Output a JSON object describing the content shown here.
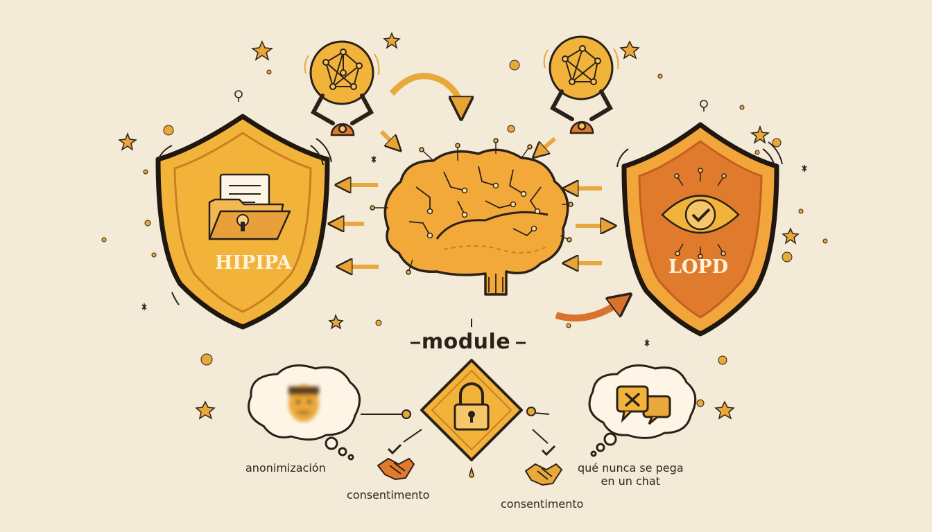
{
  "diagram": {
    "module_title": "module",
    "left_shield": {
      "label": "HIPIPA"
    },
    "right_shield": {
      "label": "LOPD"
    },
    "bottom_items": [
      {
        "label": "anonimización"
      },
      {
        "label": "consentimento"
      },
      {
        "label": "consentimento"
      },
      {
        "label": "qué nunca se pega\nen un chat"
      }
    ]
  },
  "colors": {
    "background": "#f3ead8",
    "gold": "#f2b33b",
    "gold_dark": "#d99426",
    "orange": "#e07a2c",
    "ink": "#2b2118"
  },
  "icons": [
    "shield-icon",
    "folder-lock-icon",
    "document-icon",
    "brain-circuit-icon",
    "network-globe-icon",
    "robot-arm-icon",
    "eye-check-icon",
    "padlock-icon",
    "handshake-icon",
    "check-icon",
    "thought-bubble-icon",
    "face-icon",
    "chat-x-icon",
    "arrow-icon",
    "star-icon"
  ]
}
